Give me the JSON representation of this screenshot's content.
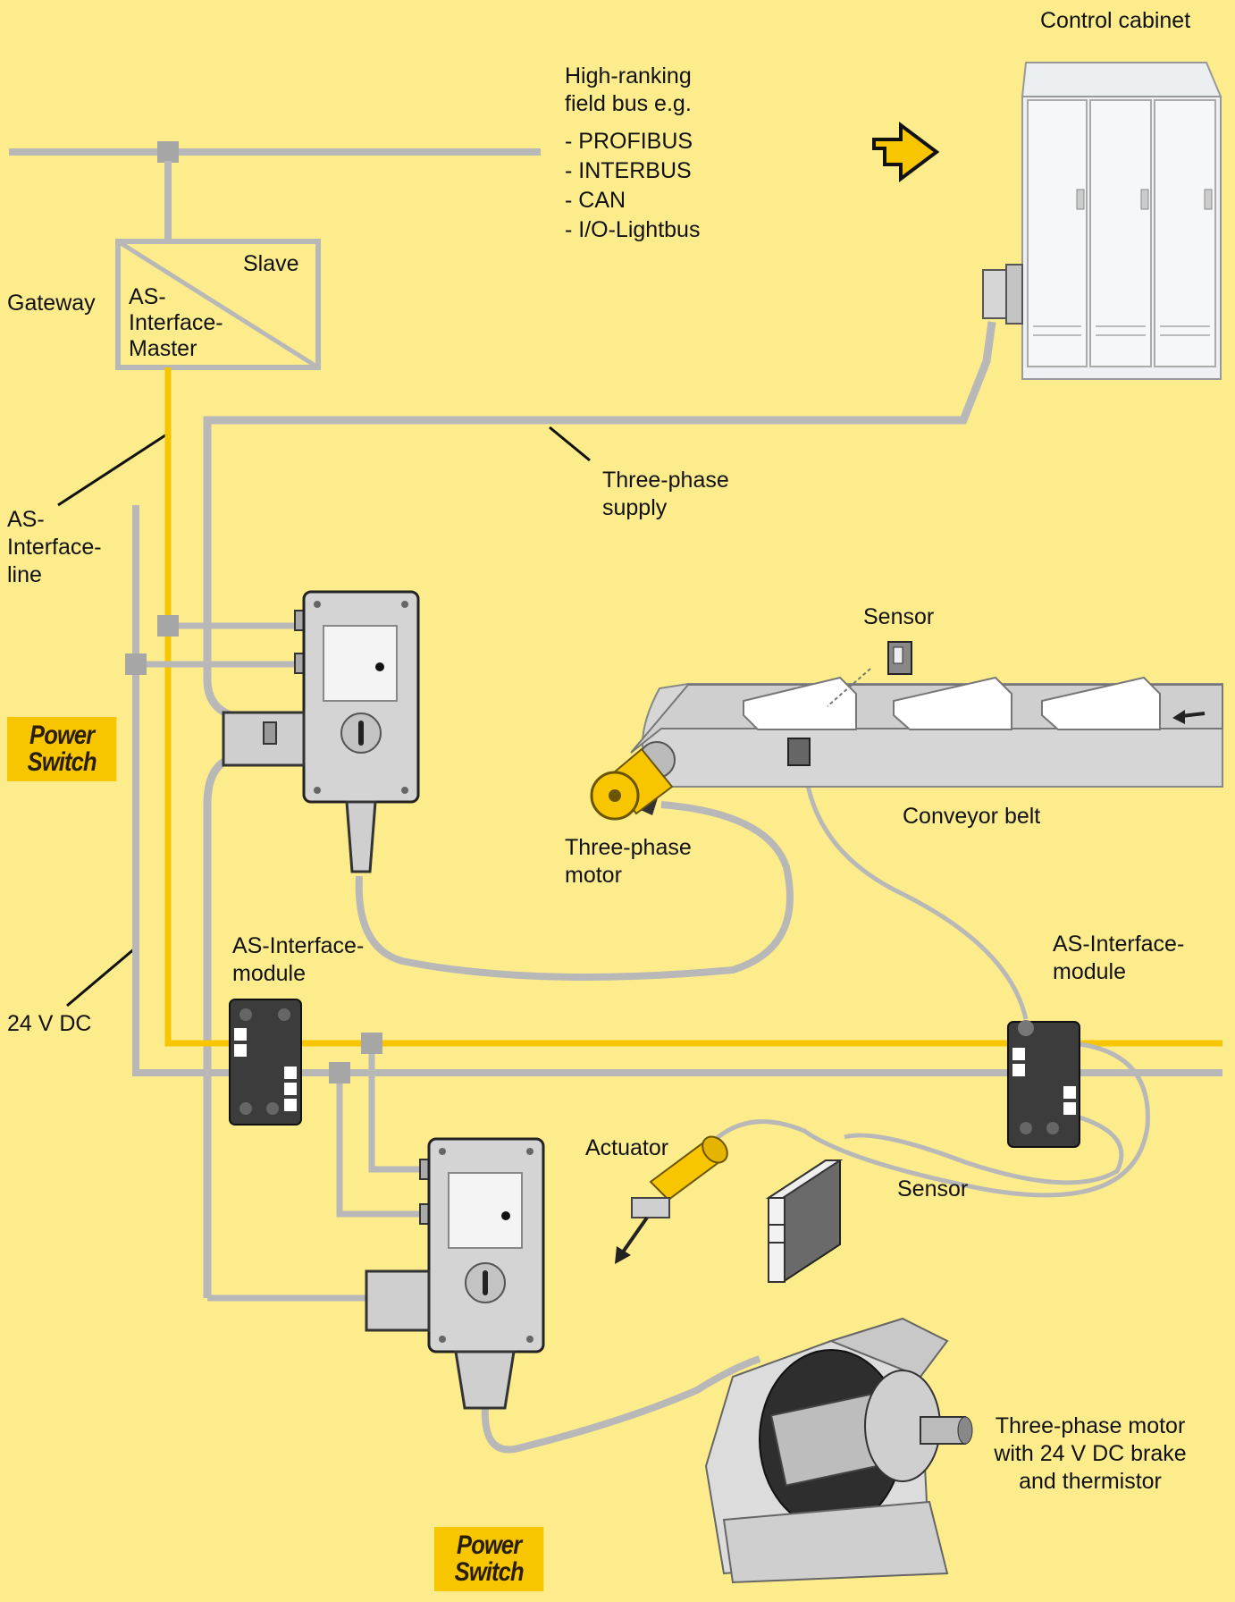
{
  "labels": {
    "control_cabinet": "Control cabinet",
    "fieldbus_heading": "High-ranking\nfield bus e.g.",
    "fieldbus_list": [
      "- PROFIBUS",
      "- INTERBUS",
      "- CAN",
      "- I/O-Lightbus"
    ],
    "gateway": "Gateway",
    "slave": "Slave",
    "master": "AS-\nInterface-\nMaster",
    "as_interface_line": "AS-\nInterface-\nline",
    "three_phase_supply": "Three-phase\nsupply",
    "sensor_top": "Sensor",
    "conveyor_belt": "Conveyor belt",
    "three_phase_motor": "Three-phase\nmotor",
    "module_left": "AS-Interface-\nmodule",
    "module_right": "AS-Interface-\nmodule",
    "dc_24v": "24 V DC",
    "actuator": "Actuator",
    "sensor_bottom": "Sensor",
    "motor_brake": "Three-phase motor\nwith 24 V DC brake\nand thermistor",
    "power_switch_1": "Power\nSwitch",
    "power_switch_2": "Power\nSwitch"
  },
  "colors": {
    "background": "#fdec8c",
    "cable_gray": "#b8b8b8",
    "as_interface_yellow": "#f7c600",
    "device_gray": "#d4d4d4"
  },
  "icons": [
    "arrow-right-icon",
    "arrow-left-icon",
    "arrow-down-left-icon"
  ]
}
